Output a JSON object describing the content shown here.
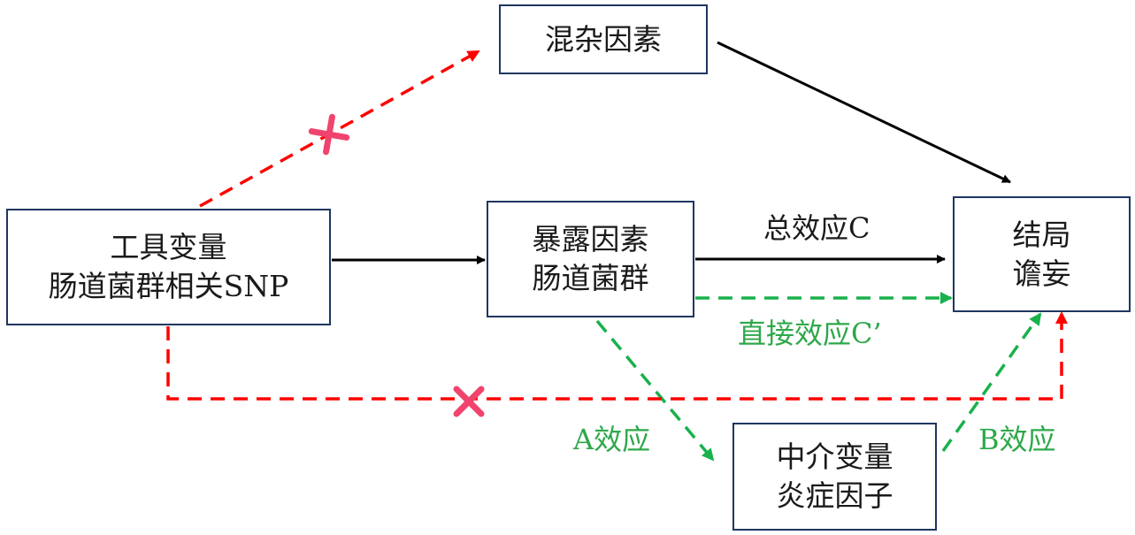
{
  "diagram": {
    "nodes": {
      "confounder": {
        "lines": [
          "混杂因素"
        ]
      },
      "instrument": {
        "lines": [
          "工具变量",
          "肠道菌群相关SNP"
        ]
      },
      "exposure": {
        "lines": [
          "暴露因素",
          "肠道菌群"
        ]
      },
      "outcome": {
        "lines": [
          "结局",
          "谵妄"
        ]
      },
      "mediator": {
        "lines": [
          "中介变量",
          "炎症因子"
        ]
      }
    },
    "edge_labels": {
      "total_effect": "总效应C",
      "direct_effect": "直接效应C’",
      "a_effect": "A效应",
      "b_effect": "B效应"
    },
    "edges": [
      {
        "from": "instrument",
        "to": "exposure",
        "style": "solid",
        "color": "#000000"
      },
      {
        "from": "confounder",
        "to": "outcome",
        "style": "solid",
        "color": "#000000"
      },
      {
        "from": "exposure",
        "to": "outcome",
        "style": "solid",
        "color": "#000000",
        "label": "总效应C"
      },
      {
        "from": "exposure",
        "to": "outcome",
        "style": "dashed",
        "color": "#19b14c",
        "label": "直接效应C’"
      },
      {
        "from": "exposure",
        "to": "mediator",
        "style": "dashed",
        "color": "#19b14c",
        "label": "A效应"
      },
      {
        "from": "mediator",
        "to": "outcome",
        "style": "dashed",
        "color": "#19b14c",
        "label": "B效应"
      },
      {
        "from": "instrument",
        "to": "confounder",
        "style": "dashed",
        "color": "#ff0000",
        "blocked": true
      },
      {
        "from": "instrument",
        "to": "outcome",
        "style": "dashed",
        "color": "#ff0000",
        "blocked": true
      }
    ],
    "colors": {
      "box_border": "#1f3660",
      "black_arrow": "#000000",
      "green_arrow": "#19b14c",
      "red_arrow": "#ff0000",
      "cross_mark": "#f0446e",
      "green_text": "#2ea84a"
    }
  }
}
